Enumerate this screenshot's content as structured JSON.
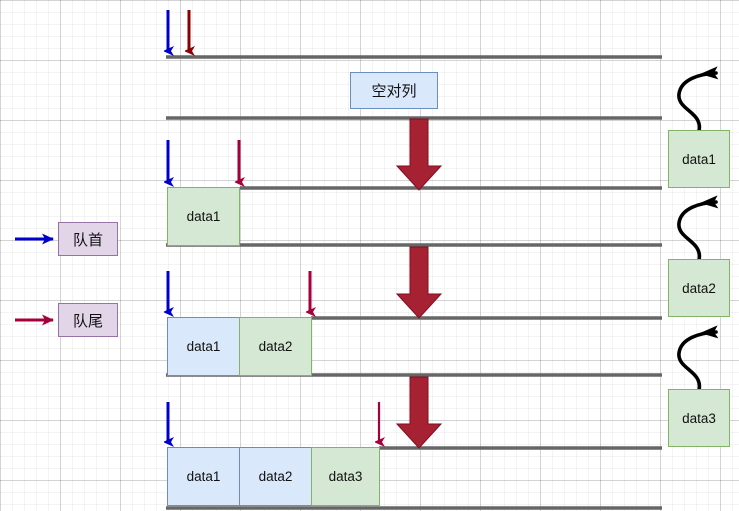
{
  "diagram": {
    "title": "queue-enqueue-process",
    "colors": {
      "head_arrow": "#0000CC",
      "tail_arrow_first": "#8B0000",
      "tail_arrow": "#A6003C",
      "thick_arrow": "#A62132",
      "rail": "#666666",
      "green_fill": "#d5e8d4",
      "green_stroke": "#82b366",
      "blue_fill": "#dae8fc",
      "blue_stroke": "#6c8ebf",
      "purple_fill": "#e1d5e7",
      "purple_stroke": "#9673a6",
      "curve_arrow": "#000000"
    }
  },
  "legend": {
    "head": {
      "label": "队首",
      "arrow_color": "#0000CC"
    },
    "tail": {
      "label": "队尾",
      "arrow_color": "#A6003C"
    }
  },
  "states": [
    {
      "name": "empty-queue",
      "annotation": "空对列",
      "cells": []
    },
    {
      "name": "one-element",
      "cells": [
        {
          "label": "data1",
          "fill": "green"
        }
      ]
    },
    {
      "name": "two-elements",
      "cells": [
        {
          "label": "data1",
          "fill": "blue"
        },
        {
          "label": "data2",
          "fill": "green"
        }
      ]
    },
    {
      "name": "three-elements",
      "cells": [
        {
          "label": "data1",
          "fill": "blue"
        },
        {
          "label": "data2",
          "fill": "blue"
        },
        {
          "label": "data3",
          "fill": "green"
        }
      ]
    }
  ],
  "incoming": [
    {
      "label": "data1"
    },
    {
      "label": "data2"
    },
    {
      "label": "data3"
    }
  ]
}
